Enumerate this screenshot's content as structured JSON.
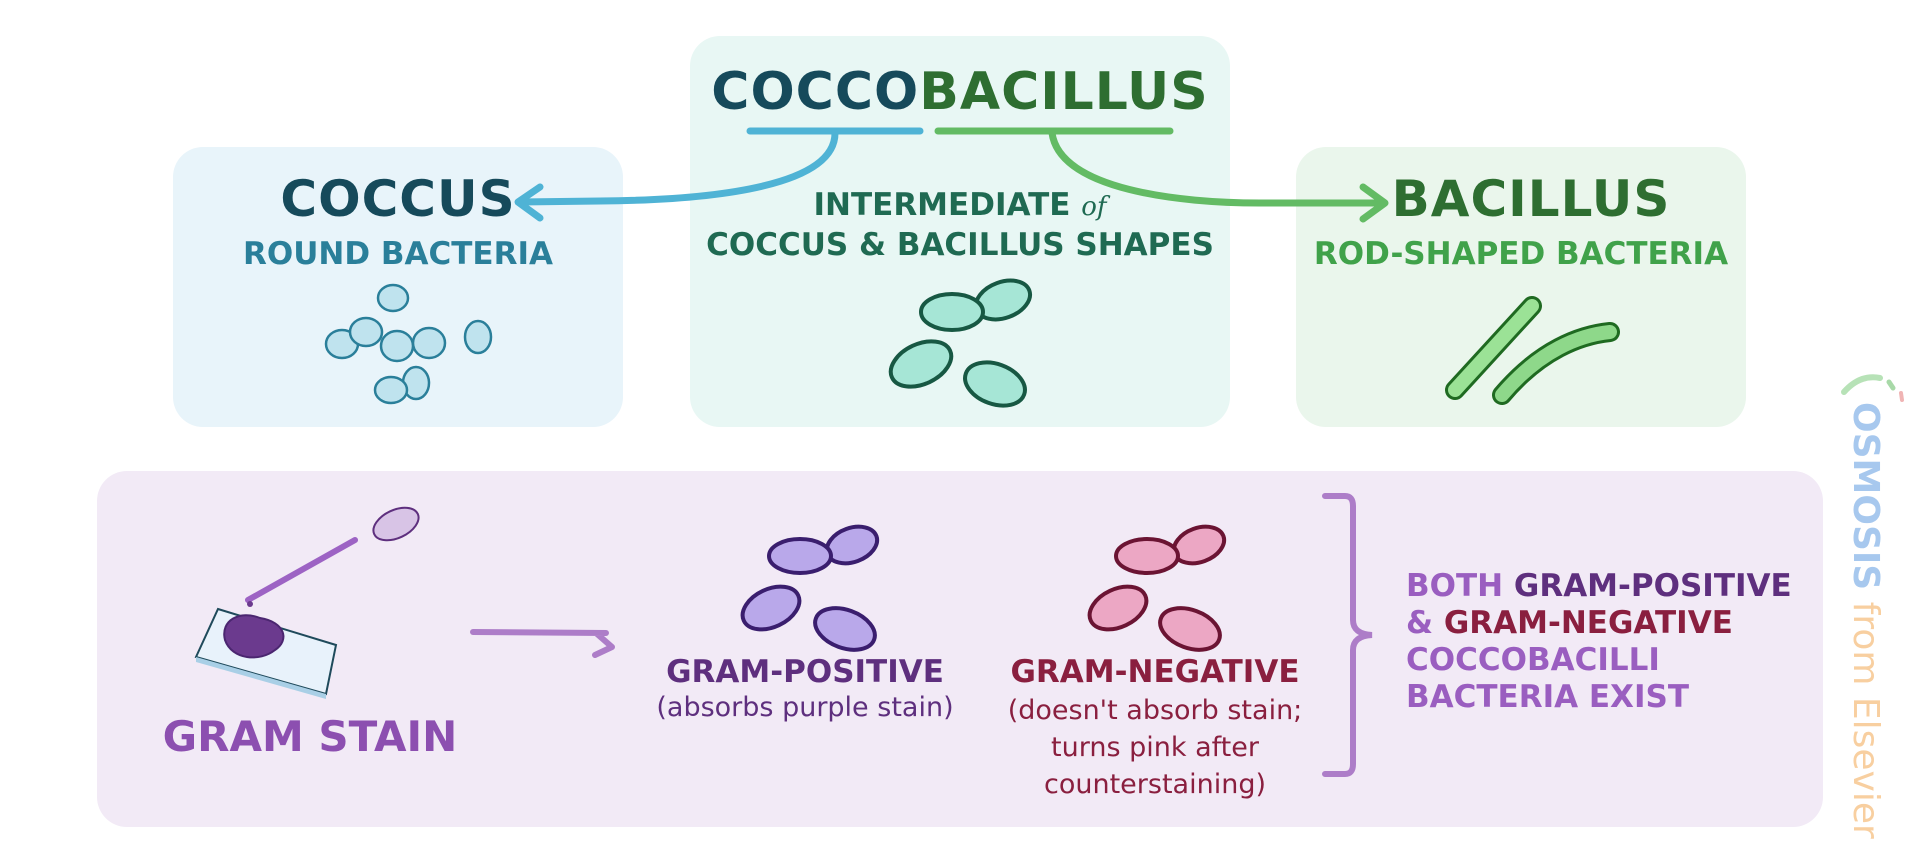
{
  "title": {
    "part1": "COCCO",
    "part2": "BACILLUS",
    "part1_color": "#164a5b",
    "part2_color": "#2e6e31"
  },
  "intermediate": {
    "line1": "INTERMEDIATE",
    "of": "of",
    "line2": "COCCUS & BACILLUS SHAPES"
  },
  "coccus": {
    "title": "COCCUS",
    "subtitle": "ROUND BACTERIA",
    "icon": "round-bacteria-cluster-icon"
  },
  "bacillus": {
    "title": "BACILLUS",
    "subtitle": "ROD-SHAPED BACTERIA",
    "icon": "rod-bacteria-icon"
  },
  "gram_stain": {
    "label": "GRAM STAIN",
    "icon": "dropper-and-slide-icon"
  },
  "gram_positive": {
    "label": "GRAM-POSITIVE",
    "description": "(absorbs purple stain)",
    "color": "#5e2f7e"
  },
  "gram_negative": {
    "label": "GRAM-NEGATIVE",
    "description_lines": [
      "(doesn't absorb stain;",
      "turns pink after",
      "counterstaining)"
    ],
    "color": "#8a1f3f"
  },
  "summary": {
    "both": "BOTH",
    "gram_positive": "GRAM-POSITIVE",
    "amp": "&",
    "gram_negative": "GRAM-NEGATIVE",
    "line3": "COCCOBACILLI",
    "line4": "BACTERIA EXIST"
  },
  "brand": {
    "name": "OSMOSIS",
    "suffix": "from Elsevier"
  }
}
